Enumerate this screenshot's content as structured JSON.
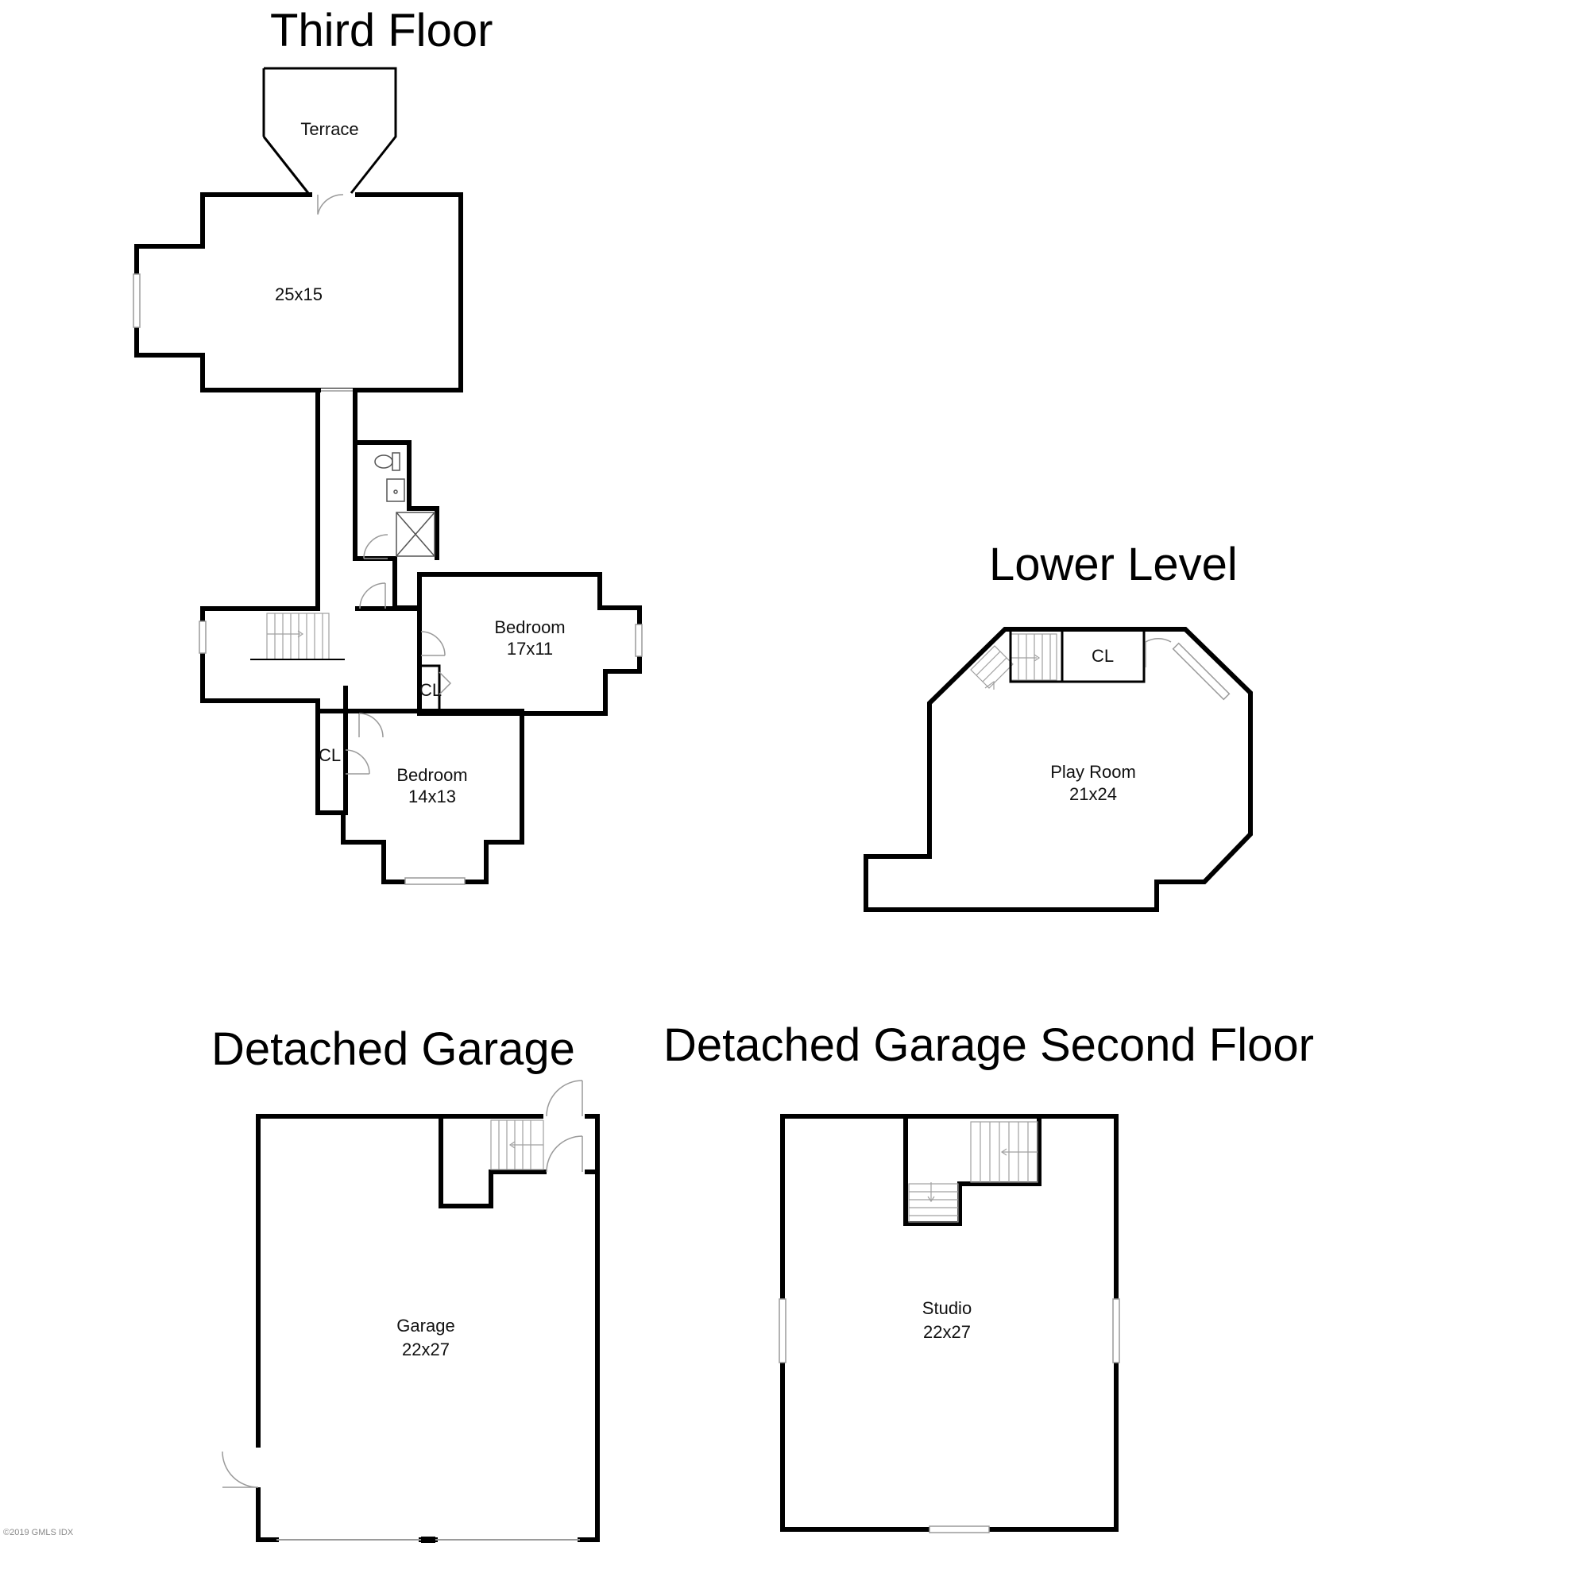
{
  "titles": {
    "third_floor": "Third Floor",
    "lower_level": "Lower Level",
    "detached_garage": "Detached Garage",
    "detached_garage_second_floor": "Detached Garage Second Floor"
  },
  "third_floor": {
    "terrace": "Terrace",
    "main_room_size": "25x15",
    "bedroom_1_name": "Bedroom",
    "bedroom_1_size": "17x11",
    "bedroom_2_name": "Bedroom",
    "bedroom_2_size": "14x13",
    "closet_1": "CL",
    "closet_2": "CL"
  },
  "lower_level": {
    "closet": "CL",
    "room_name": "Play Room",
    "room_size": "21x24"
  },
  "garage": {
    "room_name": "Garage",
    "room_size": "22x27"
  },
  "garage_second_floor": {
    "room_name": "Studio",
    "room_size": "22x27"
  },
  "credit": "©2019 GMLS IDX"
}
